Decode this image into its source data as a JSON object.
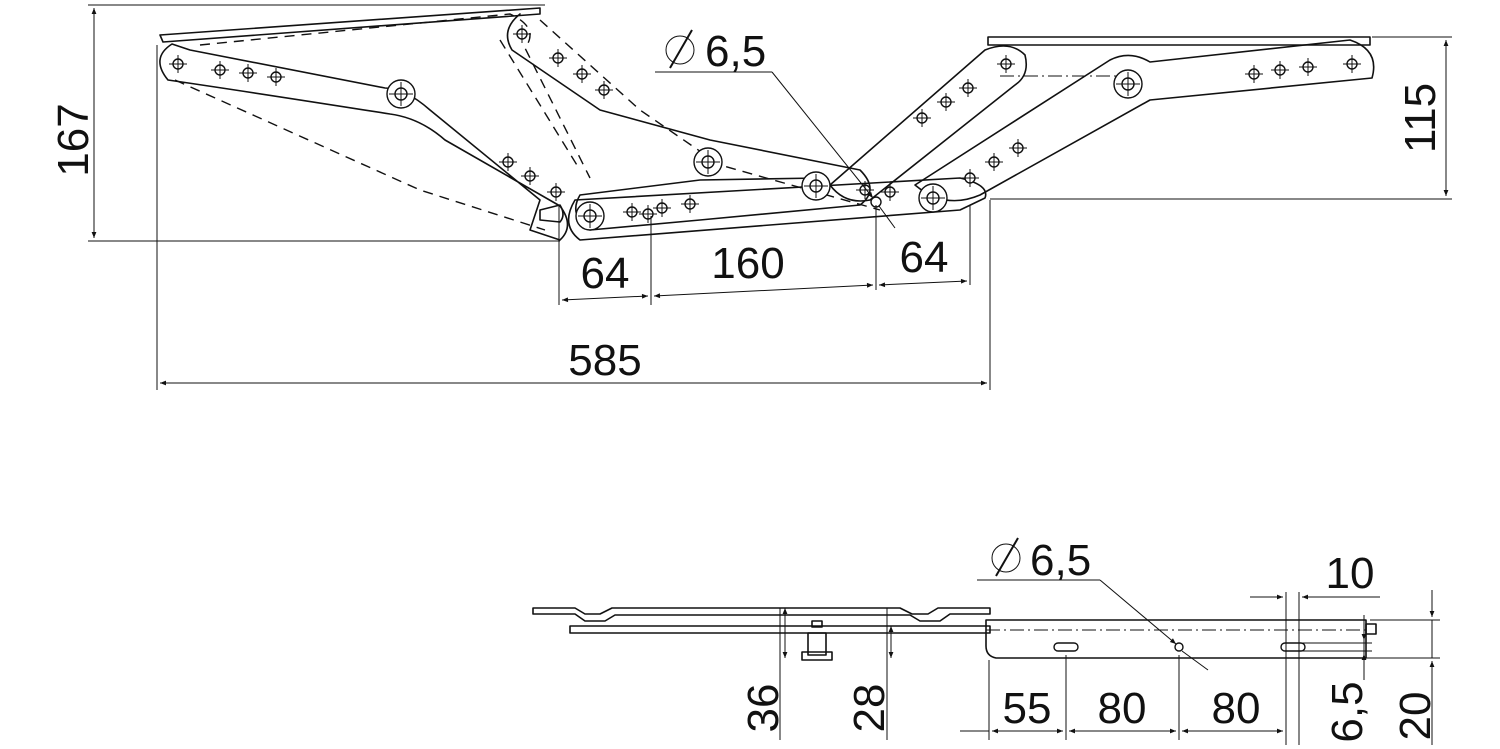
{
  "dimensions_top": {
    "total_length": "585",
    "height_left": "167",
    "height_right": "115",
    "hole_diameter": "6,5",
    "offset_left": "64",
    "span_middle": "160",
    "offset_right": "64"
  },
  "dimensions_bottom": {
    "hole_diameter": "6,5",
    "slot_width": "10",
    "height_36": "36",
    "height_28": "28",
    "spacing_55": "55",
    "spacing_80_a": "80",
    "spacing_80_b": "80",
    "slot_height": "6,5",
    "plate_height": "20"
  },
  "symbols": {
    "diameter": "diameter-symbol"
  }
}
